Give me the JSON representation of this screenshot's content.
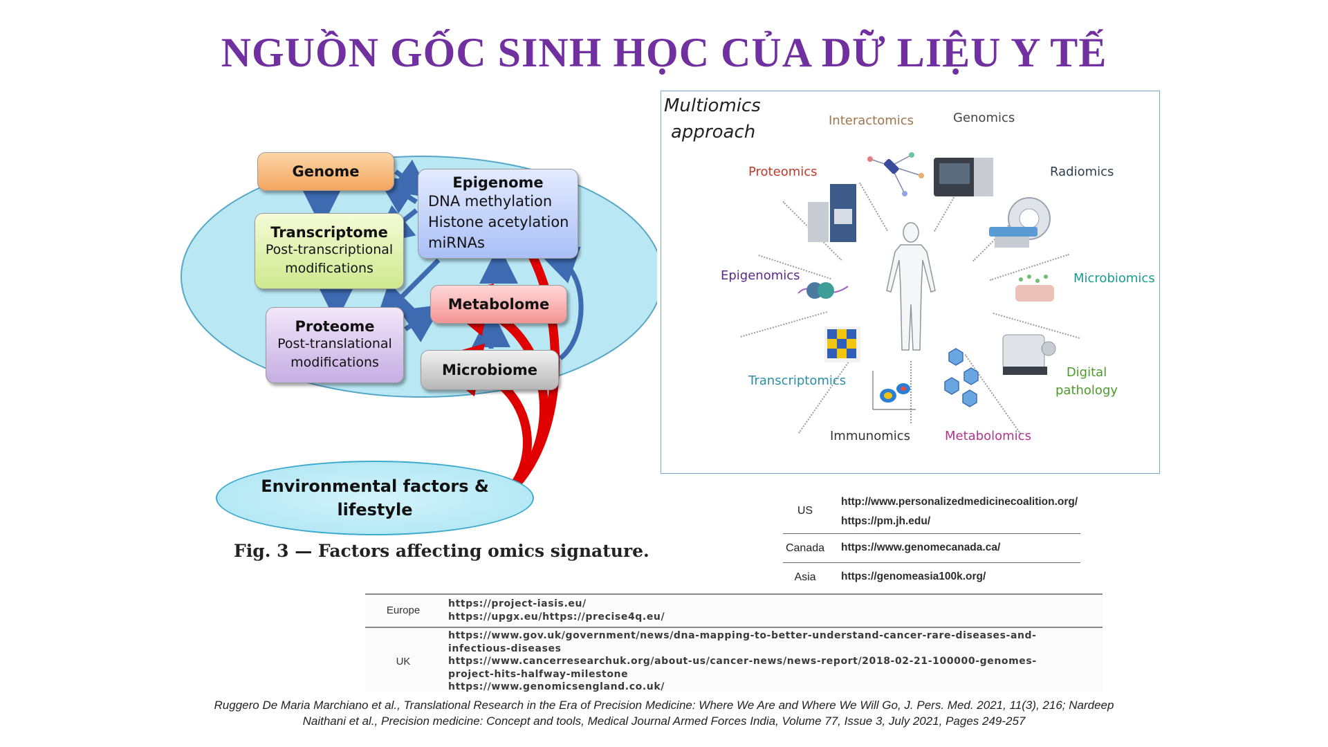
{
  "title": "NGUỒN GỐC SINH HỌC CỦA DỮ LIỆU Y TẾ",
  "omics_diagram": {
    "genome": "Genome",
    "epigenome": {
      "title": "Epigenome",
      "lines": [
        "DNA methylation",
        "Histone acetylation",
        "miRNAs"
      ]
    },
    "transcriptome": {
      "title": "Transcriptome",
      "lines": [
        "Post-transcriptional",
        "modifications"
      ]
    },
    "proteome": {
      "title": "Proteome",
      "lines": [
        "Post-translational",
        "modifications"
      ]
    },
    "metabolome": "Metabolome",
    "microbiome": "Microbiome",
    "environment": {
      "lines": [
        "Environmental  factors &",
        "lifestyle"
      ]
    },
    "caption": "Fig. 3 — Factors affecting omics signature."
  },
  "multiomics": {
    "heading": [
      "Multiomics",
      "approach"
    ],
    "labels": {
      "interactomics": "Interactomics",
      "genomics": "Genomics",
      "proteomics": "Proteomics",
      "radiomics": "Radiomics",
      "epigenomics": "Epigenomics",
      "microbiomics": "Microbiomics",
      "transcriptomics": "Transcriptomics",
      "digital_pathology": [
        "Digital",
        "pathology"
      ],
      "immunomics": "Immunomics",
      "metabolomics": "Metabolomics"
    },
    "colors": {
      "interactomics": "#a0744c",
      "genomics": "#444444",
      "proteomics": "#c0392b",
      "radiomics": "#2c3e50",
      "epigenomics": "#5b2a86",
      "microbiomics": "#1a9c8c",
      "transcriptomics": "#2a8fa6",
      "digital_pathology": "#4c9a2a",
      "immunomics": "#333333",
      "metabolomics": "#b0358f"
    }
  },
  "us_table": {
    "rows": [
      {
        "country": "US",
        "urls": [
          "http://www.personalizedmedicinecoalition.org/",
          "https://pm.jh.edu/"
        ]
      },
      {
        "country": "Canada",
        "urls": [
          "https://www.genomecanada.ca/"
        ]
      },
      {
        "country": "Asia",
        "urls": [
          "https://genomeasia100k.org/"
        ]
      }
    ]
  },
  "eu_table": {
    "rows": [
      {
        "country": "Europe",
        "urls": [
          "https://project-iasis.eu/",
          "https://upgx.eu/https://precise4q.eu/"
        ]
      },
      {
        "country": "UK",
        "urls": [
          "https://www.gov.uk/government/news/dna-mapping-to-better-understand-cancer-rare-diseases-and-",
          "infectious-diseases",
          "https://www.cancerresearchuk.org/about-us/cancer-news/news-report/2018-02-21-100000-genomes-",
          "project-hits-halfway-milestone",
          "https://www.genomicsengland.co.uk/"
        ]
      }
    ]
  },
  "citation": [
    "Ruggero De Maria Marchiano et al., Translational Research in the Era of Precision Medicine: Where We Are and Where We Will Go, J. Pers. Med. 2021, 11(3), 216; Nardeep",
    "Naithani et al., Precision medicine: Concept and tools, Medical Journal Armed Forces India, Volume 77, Issue 3, July 2021, Pages 249-257"
  ]
}
